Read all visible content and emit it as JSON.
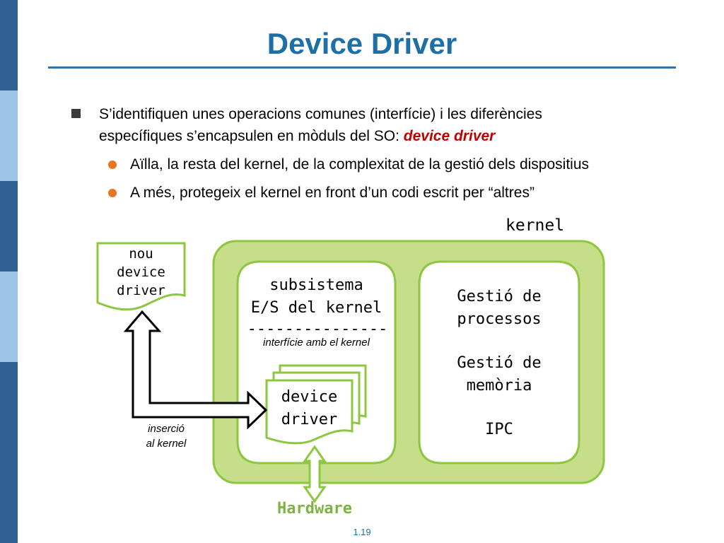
{
  "slide": {
    "title": "Device Driver",
    "page_number": "1.19",
    "bullet1_a": "S’identifiquen unes operacions comunes (interfície) i les diferències",
    "bullet1_b": "específiques s’encapsulen en mòduls del SO:",
    "bullet1_em": "device driver",
    "sub1": "Aïlla, la resta del kernel, de la complexitat de la gestió dels dispositius",
    "sub2": "A més, protegeix el kernel en front d’un codi escrit per “altres”"
  },
  "diagram": {
    "kernel_label": "kernel",
    "new_driver": [
      "nou",
      "device",
      "driver"
    ],
    "subsystem": [
      "subsistema",
      "E/S del kernel"
    ],
    "dashes": "---------------",
    "interface_label": "interfície amb el kernel",
    "driver": [
      "device",
      "driver"
    ],
    "insertion": [
      "inserció",
      "al kernel"
    ],
    "mgmt": [
      "Gestió de",
      "processos",
      "Gestió de",
      "memòria",
      "IPC"
    ],
    "hardware": "Hardware"
  },
  "colors": {
    "title": "#1d6fa5",
    "kernel_fill": "#c6de8a",
    "kernel_border": "#8dc63f",
    "emphasis": "#c00000",
    "hardware": "#7cb342",
    "bullet_dot": "#e87722"
  }
}
